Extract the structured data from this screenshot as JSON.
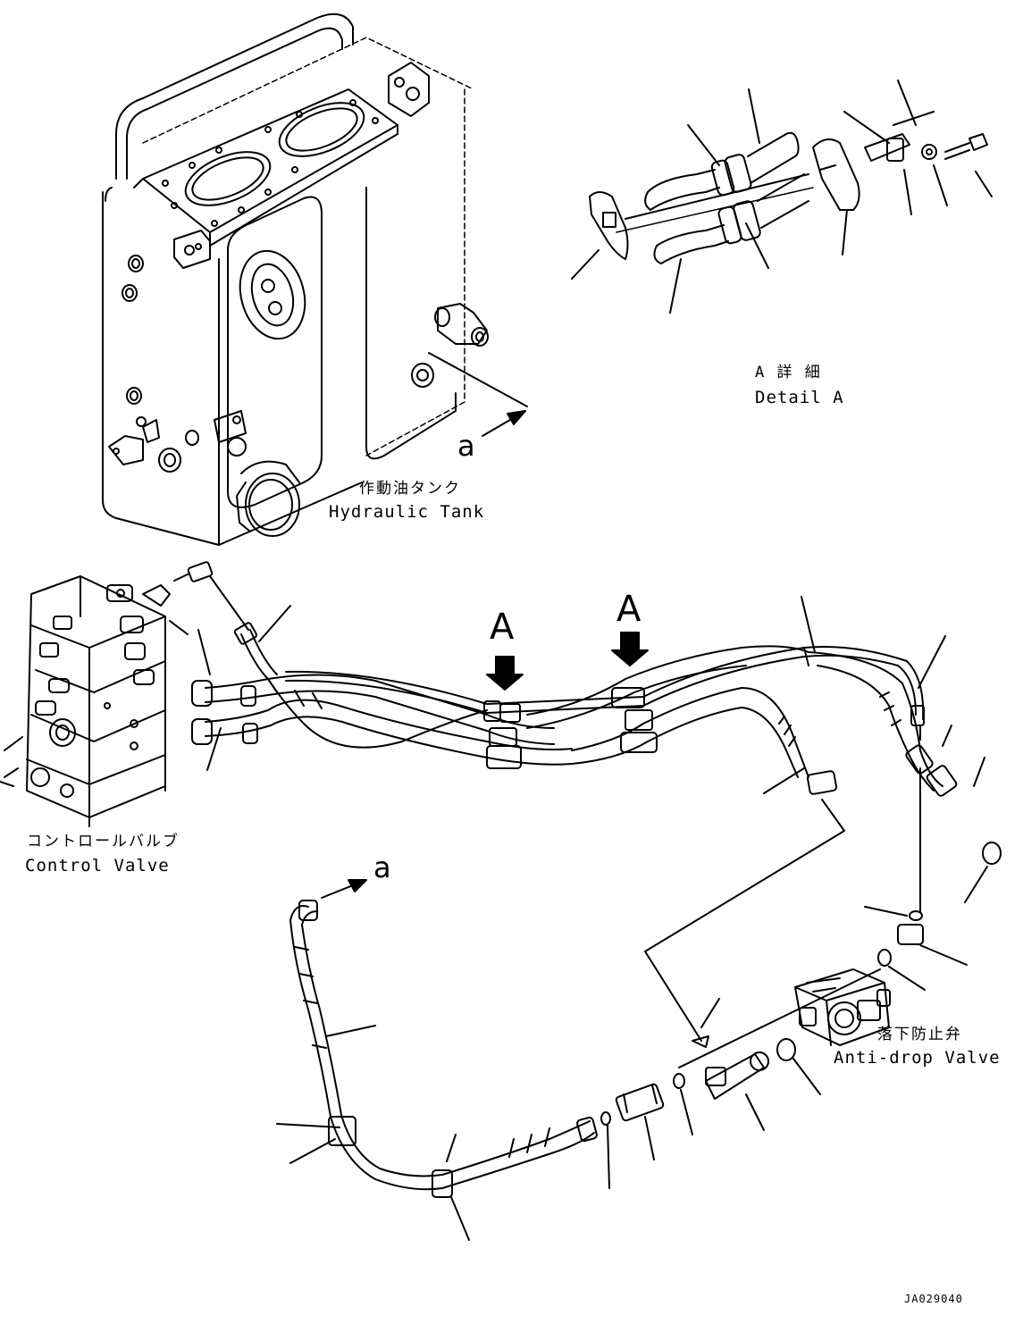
{
  "labels": {
    "detail_a_jp": "A 詳 細",
    "detail_a_en": "Detail A",
    "tank_jp": "作動油タンク",
    "tank_en": "Hydraulic Tank",
    "control_valve_jp": "コントロールバルブ",
    "control_valve_en": "Control Valve",
    "antidrop_jp": "落下防止弁",
    "antidrop_en": "Anti-drop Valve",
    "view_marker_1": "A",
    "view_marker_2": "A",
    "connection_a_1": "a",
    "connection_a_2": "a",
    "drawing_number": "JA029040"
  },
  "colors": {
    "line": "#000000",
    "background": "#ffffff"
  }
}
